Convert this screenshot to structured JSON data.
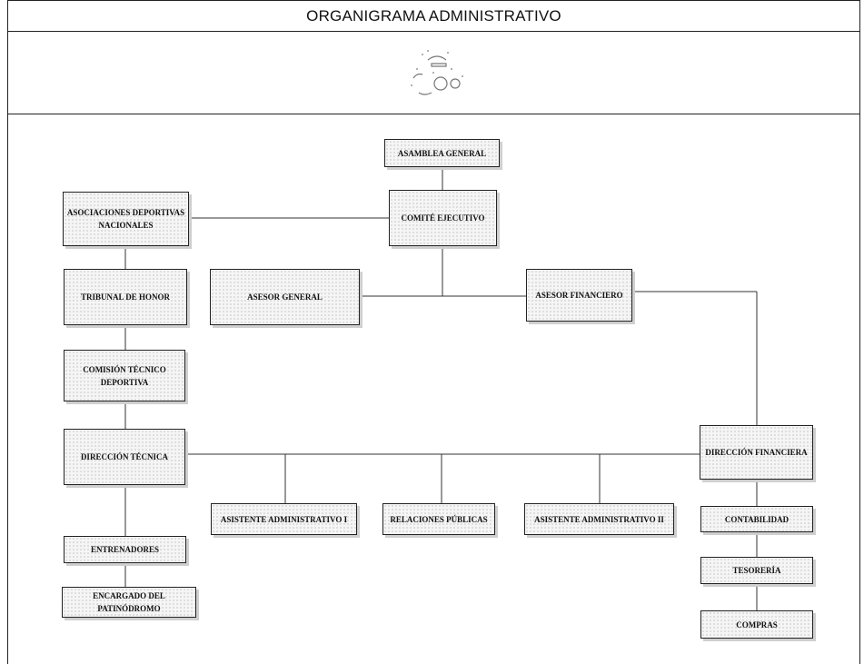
{
  "title": "ORGANIGRAMA ADMINISTRATIVO",
  "logo_icon": "federation-logo-icon",
  "nodes": {
    "asamblea": "ASAMBLEA GENERAL",
    "comite": "COMITÉ EJECUTIVO",
    "asociaciones": "ASOCIACIONES DEPORTIVAS NACIONALES",
    "asesor_general": "ASESOR GENERAL",
    "asesor_financiero": "ASESOR FINANCIERO",
    "tribunal": "TRIBUNAL DE HONOR",
    "comision": "COMISIÓN TÉCNICO DEPORTIVA",
    "direccion_tecnica": "DIRECCIÓN TÉCNICA",
    "direccion_financiera": "DIRECCIÓN FINANCIERA",
    "asistente_1": "ASISTENTE ADMINISTRATIVO I",
    "relaciones": "RELACIONES PÚBLICAS",
    "asistente_2": "ASISTENTE ADMINISTRATIVO II",
    "contabilidad": "CONTABILIDAD",
    "entrenadores": "ENTRENADORES",
    "encargado": "ENCARGADO DEL PATINÓDROMO",
    "tesoreria": "TESORERÍA",
    "compras": "COMPRAS"
  }
}
